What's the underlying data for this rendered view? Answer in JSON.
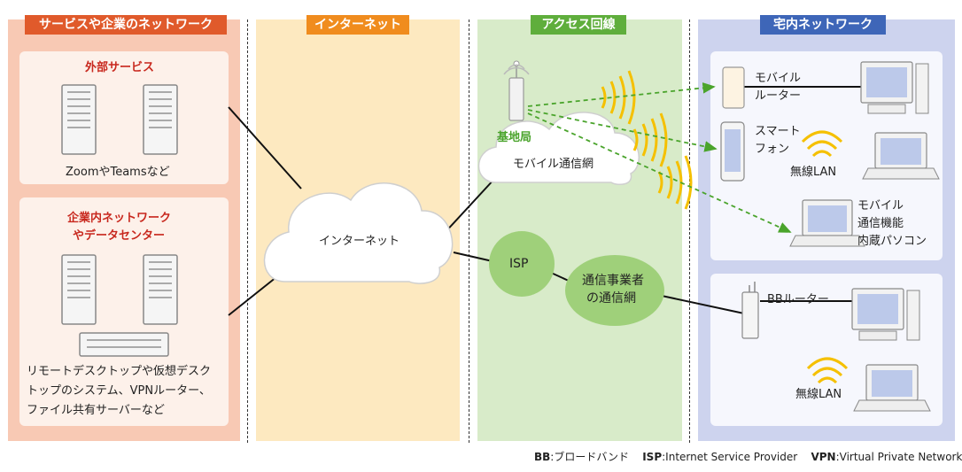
{
  "sections": {
    "service": {
      "title": "サービスや企業のネットワーク",
      "color": "#e05a2b"
    },
    "internet": {
      "title": "インターネット",
      "color": "#f08c1e"
    },
    "access": {
      "title": "アクセス回線",
      "color": "#5fae3c"
    },
    "home": {
      "title": "宅内ネットワーク",
      "color": "#3e66b8"
    }
  },
  "external_services": {
    "title": "外部サービス",
    "caption": "ZoomやTeamsなど"
  },
  "corporate": {
    "title_line1": "企業内ネットワーク",
    "title_line2": "やデータセンター",
    "caption_line1": "リモートデスクトップや仮想デスク",
    "caption_line2": "トップのシステム、VPNルーター、",
    "caption_line3": "ファイル共有サーバーなど"
  },
  "internet_cloud": "インターネット",
  "access_nodes": {
    "base_station": "基地局",
    "mobile_network": "モバイル通信網",
    "isp": "ISP",
    "carrier_line1": "通信事業者",
    "carrier_line2": "の通信網"
  },
  "home_devices": {
    "mobile_router_line1": "モバイル",
    "mobile_router_line2": "ルーター",
    "smartphone_line1": "スマート",
    "smartphone_line2": "フォン",
    "wireless_lan_1": "無線LAN",
    "mobile_pc_line1": "モバイル",
    "mobile_pc_line2": "通信機能",
    "mobile_pc_line3": "内蔵パソコン",
    "bb_router": "BBルーター",
    "wireless_lan_2": "無線LAN"
  },
  "legend": {
    "bb_key": "BB",
    "bb_value": ":ブロードバンド",
    "isp_key": "ISP",
    "isp_value": ":Internet Service Provider",
    "vpn_key": "VPN",
    "vpn_value": ":Virtual Private Network"
  }
}
